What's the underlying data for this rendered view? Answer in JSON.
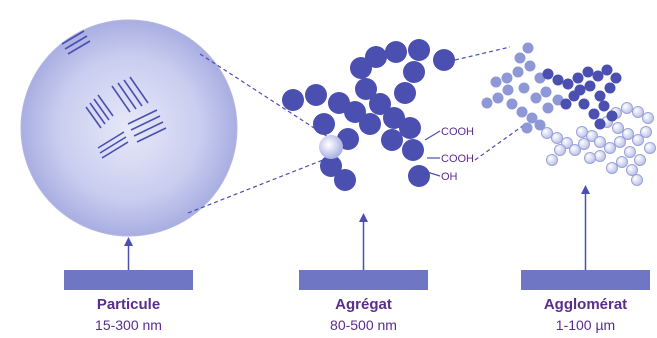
{
  "colors": {
    "dark_blue": "#4a4fb0",
    "medium_blue": "#7b86cf",
    "light_blue": "#b7bde6",
    "sphere_edge": "#9ea2d9",
    "bar": "#6f76c4",
    "text": "#5a2d8a",
    "arrow": "#4a4fb0",
    "dashed": "#4a4fb0"
  },
  "labels": {
    "particule": {
      "title": "Particule",
      "size": "15-300 nm"
    },
    "agregat": {
      "title": "Agrégat",
      "size": "80-500 nm"
    },
    "agglomerat": {
      "title": "Agglomérat",
      "size": "1-100 µm"
    }
  },
  "functional_groups": [
    "COOH",
    "COOH",
    "OH"
  ]
}
